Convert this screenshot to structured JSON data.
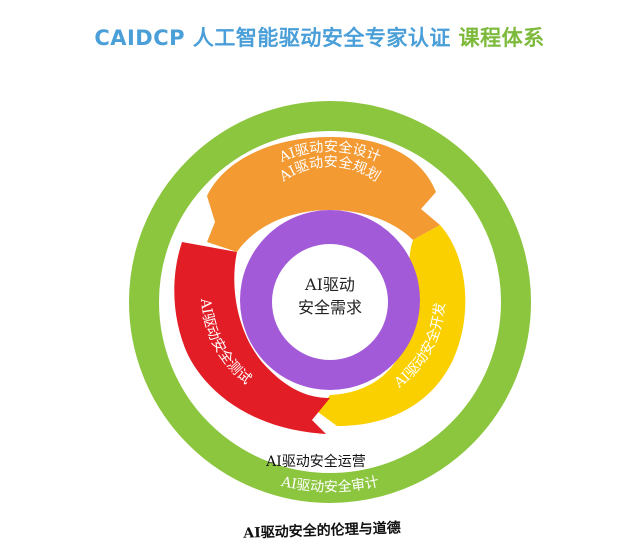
{
  "title": {
    "part1": "CAIDCP 人工智能驱动安全专家认证",
    "part2": "课程体系"
  },
  "center": {
    "line1": "AI驱动",
    "line2": "安全需求"
  },
  "rings": {
    "planning": "AI驱动安全规划",
    "design": "AI驱动安全设计",
    "development": "AI驱动安全开发",
    "testing": "AI驱动安全测试",
    "operations": "AI驱动安全运营",
    "audit": "AI驱动安全审计",
    "ethics": "AI驱动安全的伦理与道德"
  },
  "colors": {
    "green": "#8cc63f",
    "orange": "#f39a33",
    "yellow": "#fbd000",
    "red": "#e31d25",
    "purple": "#a35ad8",
    "title_blue": "#4a9fd8",
    "title_green": "#7dba3c"
  }
}
